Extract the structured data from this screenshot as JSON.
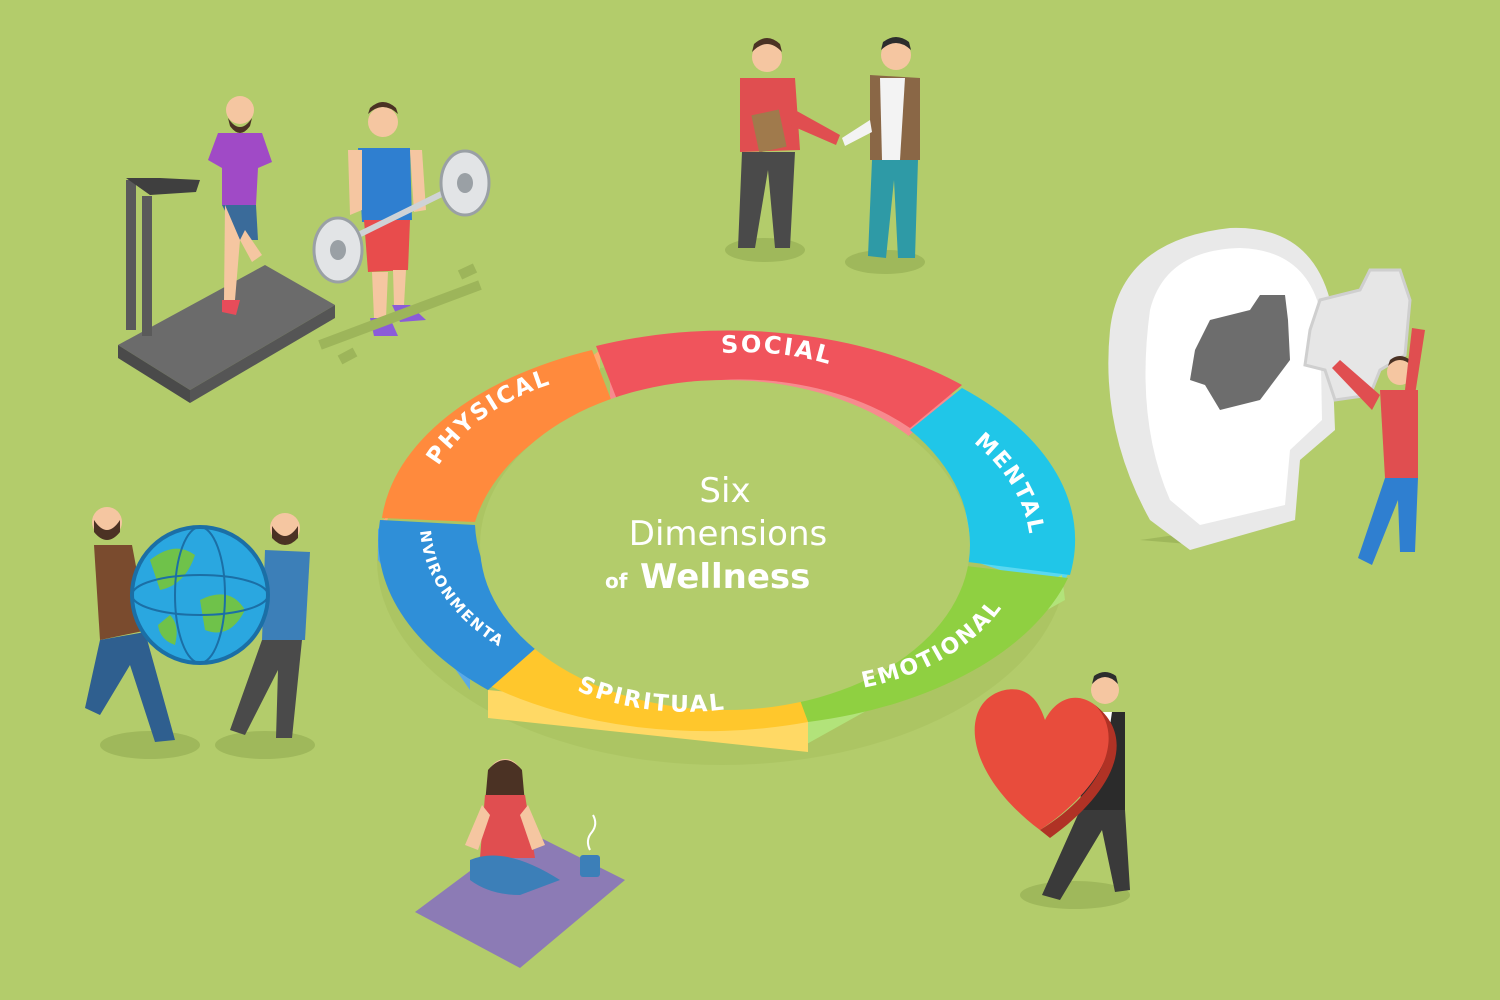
{
  "diagram": {
    "title": {
      "line1": "Six",
      "line2": "Dimensions",
      "line3_small": "of",
      "line3_big": "Wellness"
    },
    "segments": [
      {
        "id": "social",
        "label": "SOCIAL",
        "color": "#f0545c",
        "side": "#f78a8e"
      },
      {
        "id": "mental",
        "label": "MENTAL",
        "color": "#20c6e8",
        "side": "#5ad8f0"
      },
      {
        "id": "emotional",
        "label": "EMOTIONAL",
        "color": "#8fd041",
        "side": "#b2e37a"
      },
      {
        "id": "spiritual",
        "label": "SPIRITUAL",
        "color": "#ffc72c",
        "side": "#ffd965"
      },
      {
        "id": "environmental",
        "label": "ENVIRONMENTAL",
        "color": "#2f8fd8",
        "side": "#5aaae6"
      },
      {
        "id": "physical",
        "label": "PHYSICAL",
        "color": "#ff8a3d",
        "side": "#ffaa70"
      }
    ],
    "background_color": "#b3cc6b"
  },
  "illustrations": [
    {
      "id": "physical-scene",
      "icon": "treadmill-and-barbell"
    },
    {
      "id": "social-scene",
      "icon": "handshake"
    },
    {
      "id": "mental-scene",
      "icon": "head-puzzle"
    },
    {
      "id": "environmental-scene",
      "icon": "people-carrying-globe"
    },
    {
      "id": "spiritual-scene",
      "icon": "meditation-on-mat"
    },
    {
      "id": "emotional-scene",
      "icon": "man-carrying-heart"
    }
  ]
}
